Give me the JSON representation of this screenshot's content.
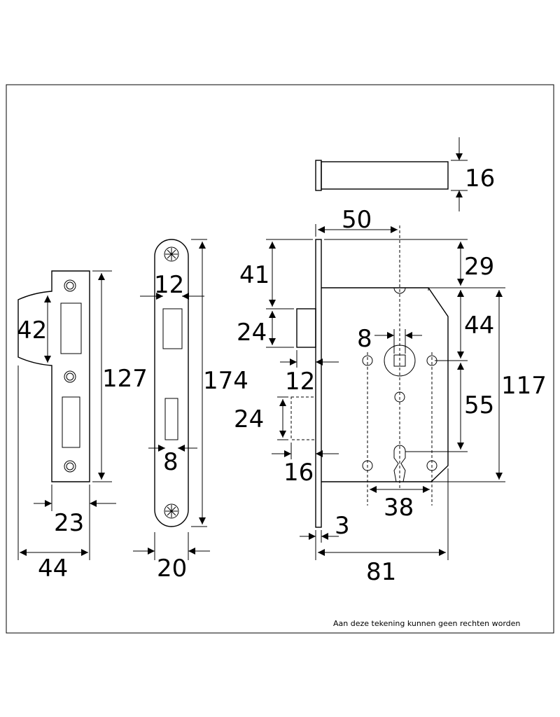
{
  "dimensions": {
    "striker_height": "42",
    "striker_face_height": "127",
    "striker_offset_width": "23",
    "striker_total_width": "44",
    "faceplate_slot_width": "12",
    "faceplate_height": "174",
    "faceplate_bolt_width": "8",
    "faceplate_width": "20",
    "backset": "50",
    "cylinder_diameter": "16",
    "top_offset": "41",
    "latch_height": "24",
    "latch_projection": "12",
    "bolt_height": "24",
    "bolt_projection": "16",
    "spindle_square": "8",
    "top_to_case": "29",
    "case_top_to_spindle": "44",
    "spindle_to_key": "55",
    "case_height": "117",
    "screw_spacing": "38",
    "plate_thickness": "3",
    "case_depth": "81"
  },
  "disclaimer": "Aan deze tekening kunnen geen rechten worden"
}
